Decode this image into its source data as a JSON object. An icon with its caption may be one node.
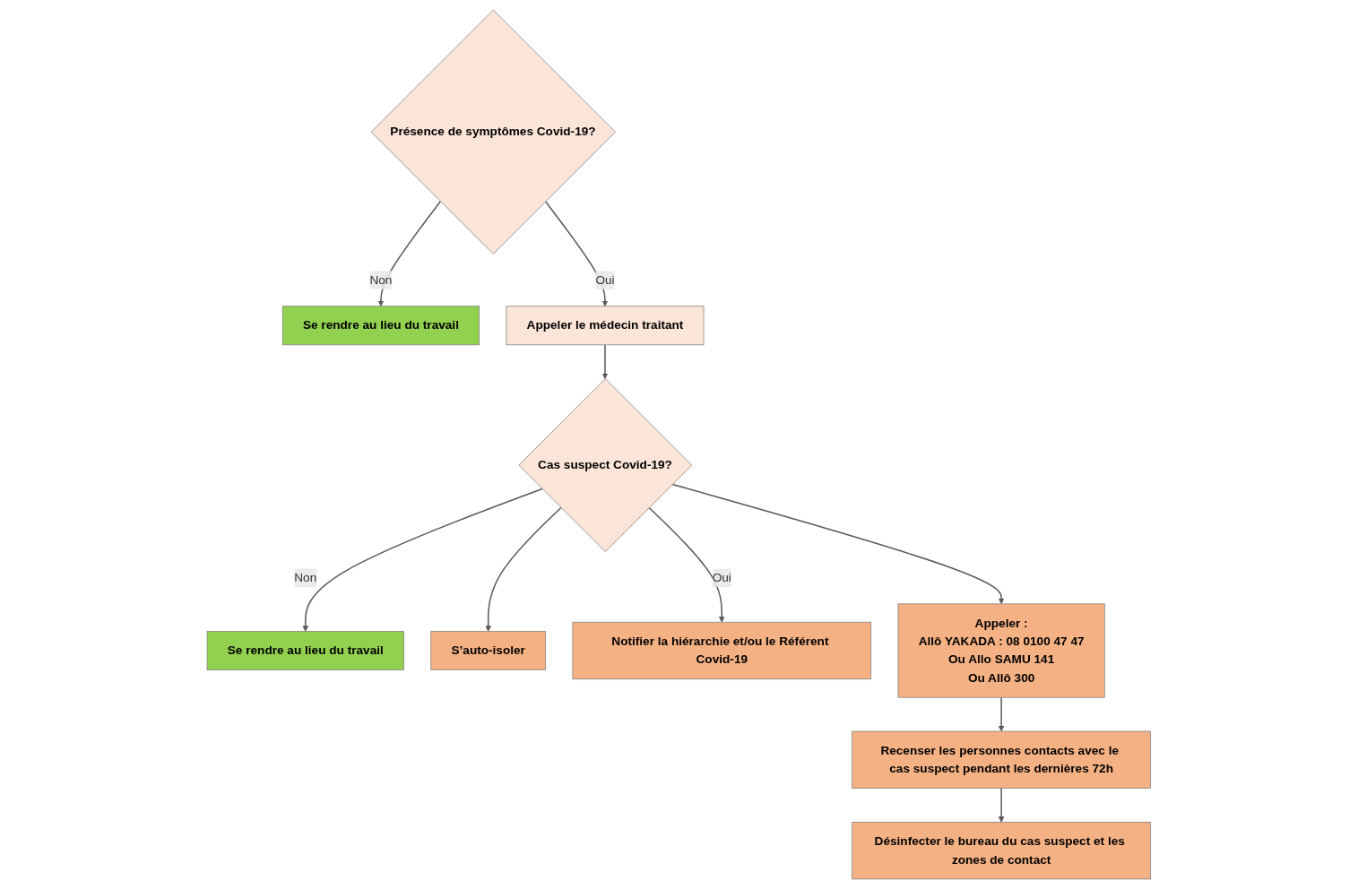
{
  "diagram": {
    "nodes": [
      {
        "text": [
          "Présence de symptômes Covid-19?"
        ]
      },
      {
        "text": [
          "Se rendre au lieu du travail"
        ]
      },
      {
        "text": [
          "Appeler le médecin traitant"
        ]
      },
      {
        "text": [
          "Cas suspect Covid-19?"
        ]
      },
      {
        "text": [
          "Se rendre au lieu du travail"
        ]
      },
      {
        "text": [
          "S’auto-isoler"
        ]
      },
      {
        "text": [
          "Notifier la hiérarchie et/ou le Référent Covid-19"
        ]
      },
      {
        "text": [
          "Appeler :",
          "Allô YAKADA : 08 0100 47 47",
          "Ou Allo SAMU 141",
          "Ou Allô 300"
        ]
      },
      {
        "text": [
          "Recenser les personnes contacts avec le cas suspect pendant les dernières 72h"
        ]
      },
      {
        "text": [
          "Désinfecter le bureau du cas suspect et les zones de contact"
        ]
      }
    ],
    "edges": [
      {
        "from": 0,
        "to": 1,
        "arrow": "to",
        "label": "Non"
      },
      {
        "from": 0,
        "to": 2,
        "arrow": "to",
        "label": "Oui"
      },
      {
        "from": 2,
        "to": 3,
        "arrow": "to"
      },
      {
        "from": 3,
        "to": 5,
        "arrow": "to"
      },
      {
        "from": 3,
        "to": 6,
        "arrow": "to",
        "label": "Oui"
      },
      {
        "from": 3,
        "to": 7,
        "arrow": "to"
      },
      {
        "from": 3,
        "to": 4,
        "arrow": "to",
        "label": "Non"
      },
      {
        "from": 7,
        "to": 8,
        "arrow": "to"
      },
      {
        "from": 8,
        "to": 9,
        "arrow": "to"
      }
    ]
  }
}
